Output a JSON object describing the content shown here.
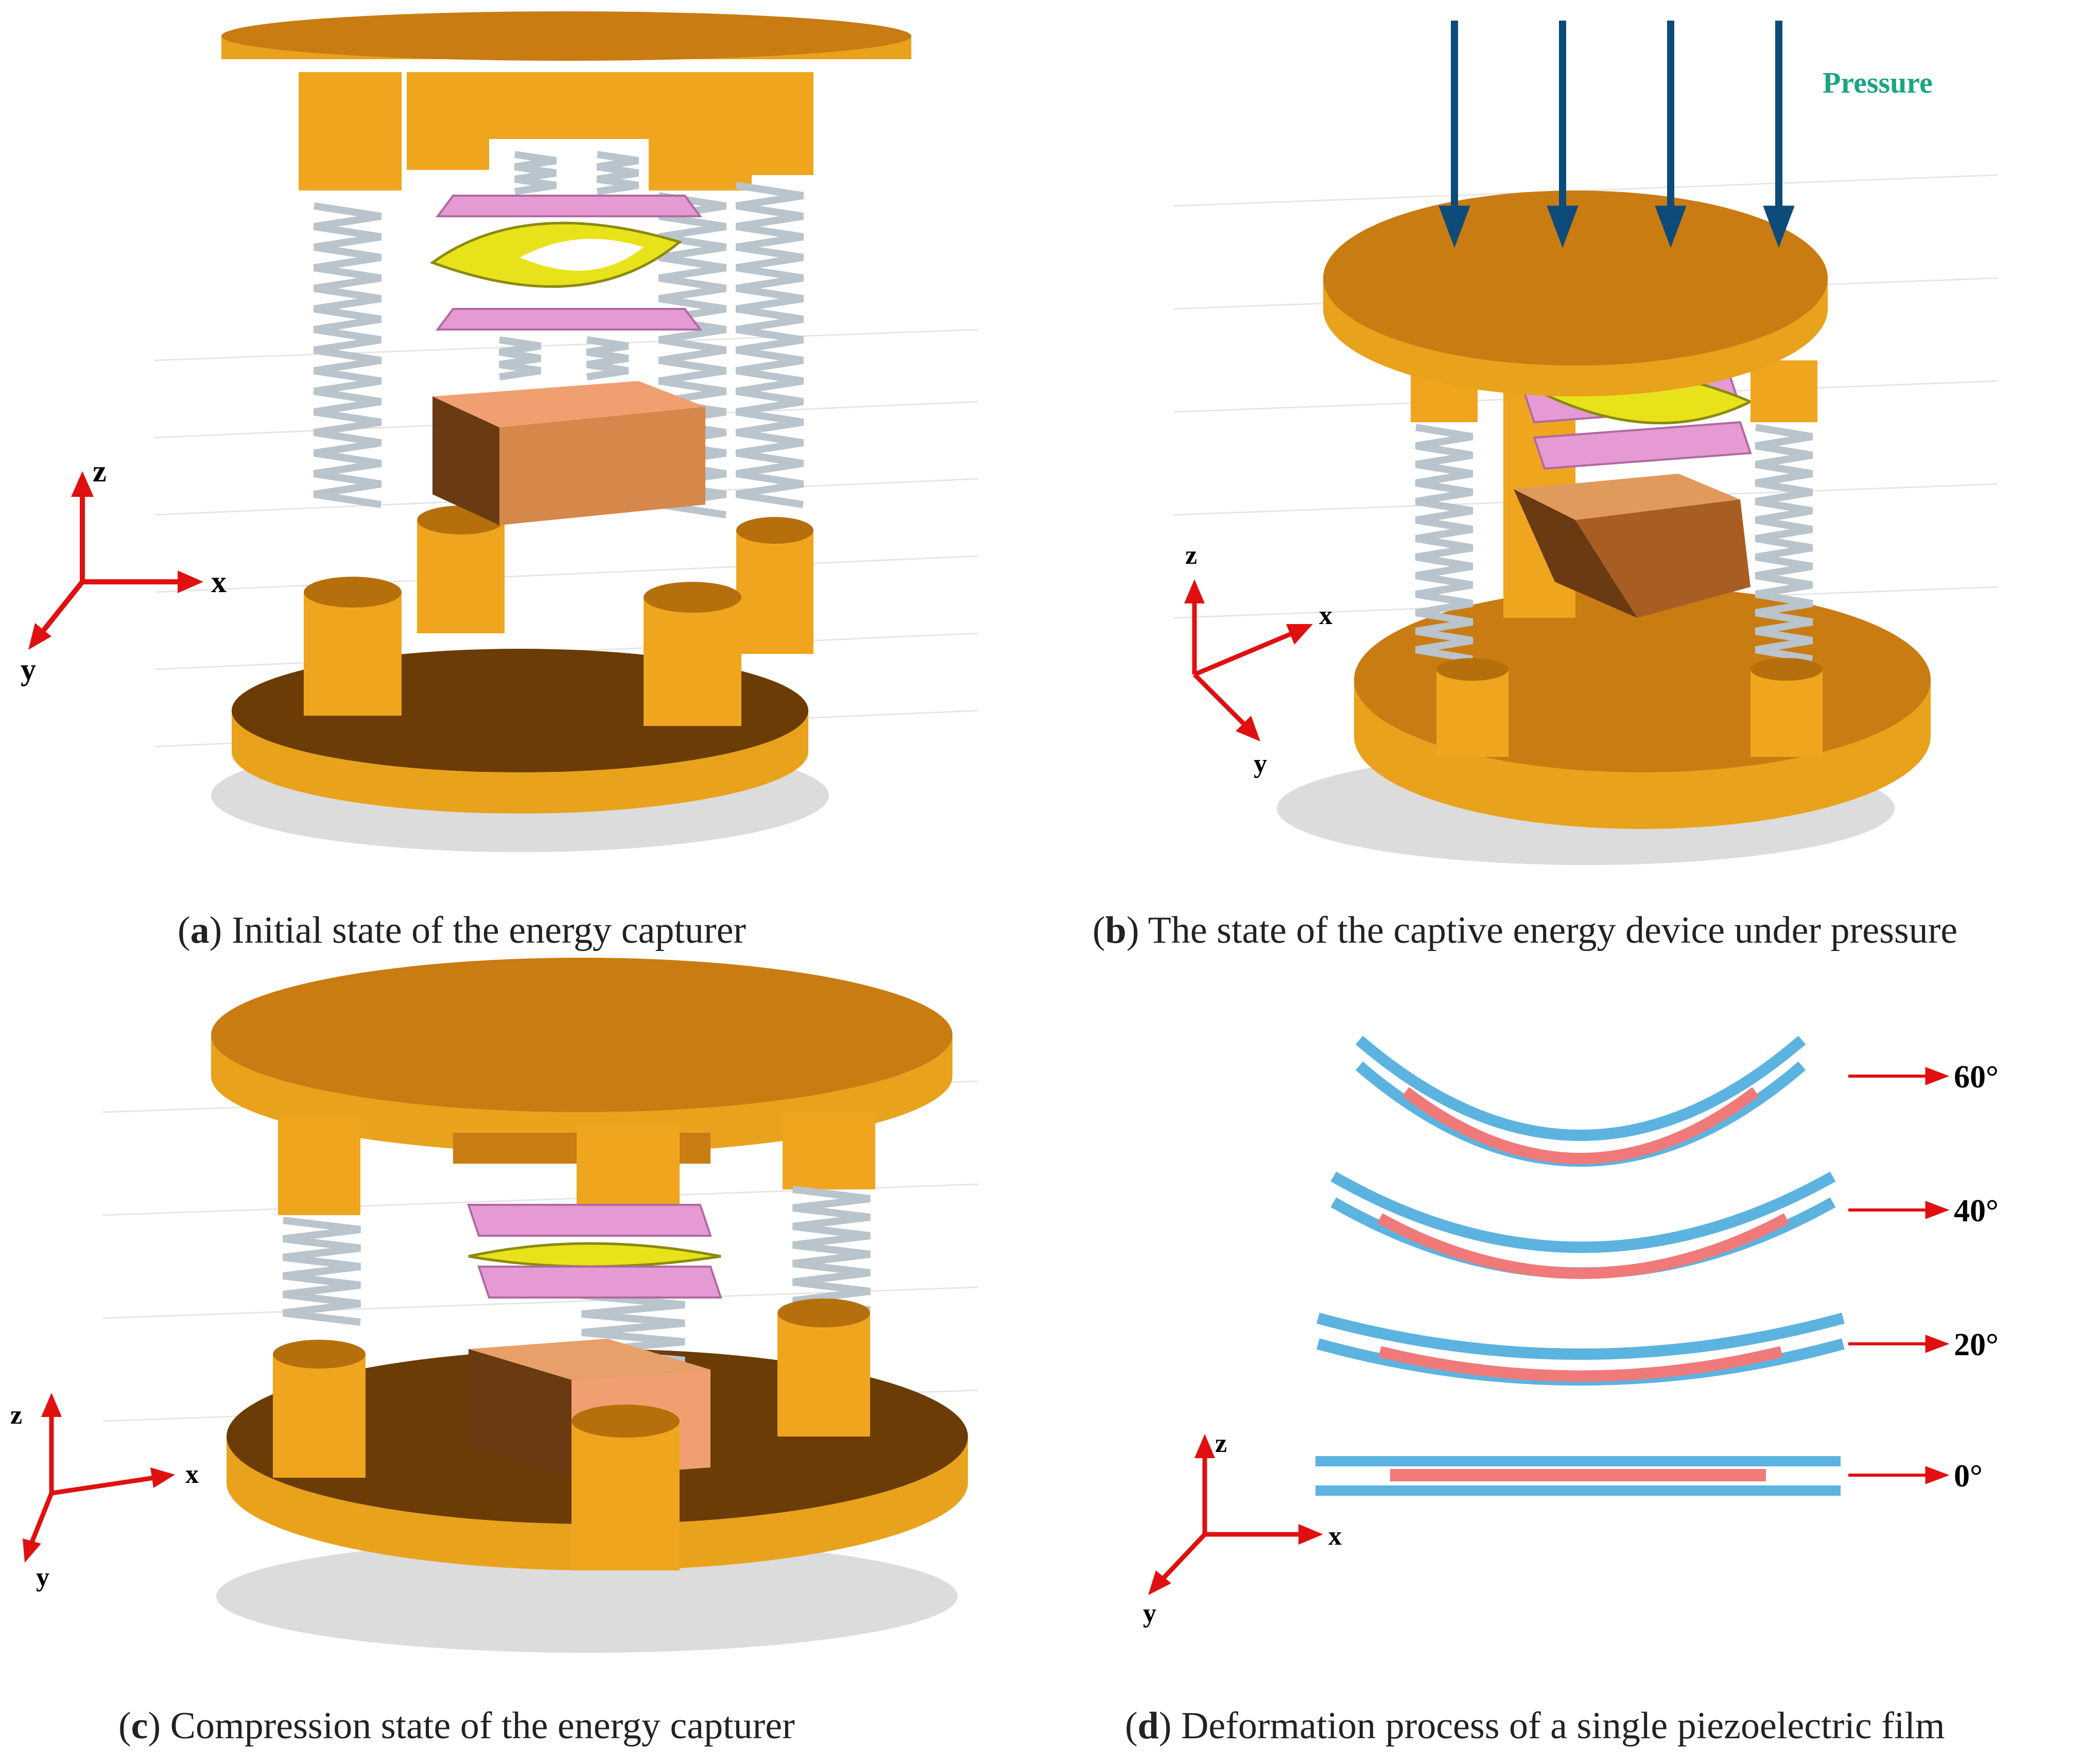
{
  "colors": {
    "plate_top": "#c97c12",
    "plate_side": "#e8a21c",
    "plate_dark": "#6b3c06",
    "pillar": "#f0a51e",
    "pillar_dark": "#b5700d",
    "spring": "#b9c4cc",
    "pink_plate": "#e59ad4",
    "yellow_film": "#e8e21a",
    "mass_block": "#d6874a",
    "mass_dark": "#6a3a12",
    "axis_red": "#e01010",
    "arrow_blue": "#0d4b7a",
    "pressure_text": "#1aa583",
    "film_blue": "#5cb3e0",
    "film_red": "#f07a7a"
  },
  "panel_a": {
    "letter": "a",
    "caption": " Initial state of the energy capturer",
    "axes": {
      "z": "z",
      "x": "x",
      "y": "y"
    }
  },
  "panel_b": {
    "letter": "b",
    "caption": " The state of the captive energy device under pressure",
    "pressure_label": "Pressure",
    "axes": {
      "z": "z",
      "x": "x",
      "y": "y"
    }
  },
  "panel_c": {
    "letter": "c",
    "caption": " Compression state of the energy capturer",
    "axes": {
      "z": "z",
      "x": "x",
      "y": "y"
    }
  },
  "panel_d": {
    "letter": "d",
    "caption": " Deformation process of a single piezoelectric film",
    "angles": [
      "60°",
      "40°",
      "20°",
      "0°"
    ],
    "axes": {
      "z": "z",
      "x": "x",
      "y": "y"
    }
  }
}
